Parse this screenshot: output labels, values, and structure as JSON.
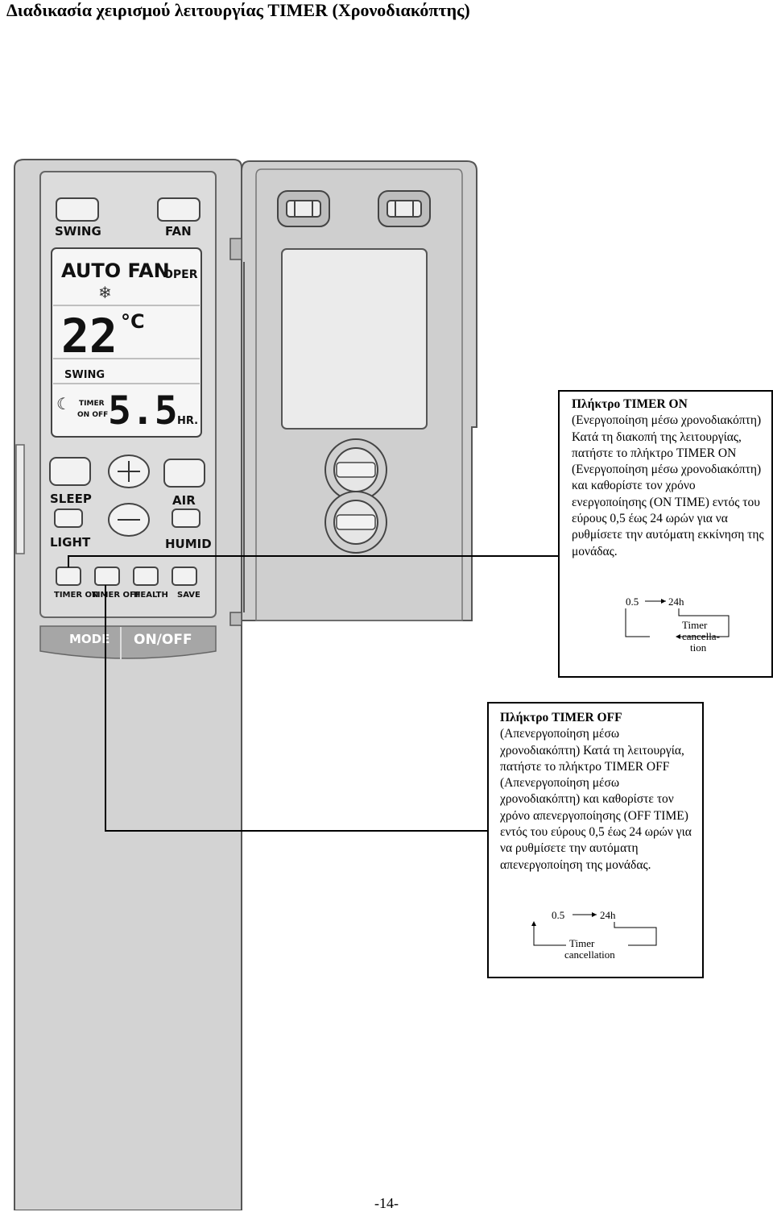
{
  "page_title": "Διαδικασία χειρισμού λειτουργίας TIMER (Χρονοδιακόπτης)",
  "remote": {
    "buttons": {
      "swing": "SWING",
      "fan": "FAN",
      "sleep": "SLEEP",
      "air": "AIR",
      "light": "LIGHT",
      "humid": "HUMID",
      "timer_on": "TIMER ON",
      "timer_off": "TIMER OFF",
      "health": "HEALTH",
      "save": "SAVE",
      "mode": "MODE",
      "on_off": "ON/OFF"
    },
    "display": {
      "mode_text": "AUTO FAN",
      "oper": "OPER",
      "temperature": "22",
      "unit": "°C",
      "swing": "SWING",
      "timer_label": "TIMER",
      "on_off_label": "ON OFF",
      "timer_value": "5.5",
      "hr": "HR."
    }
  },
  "callout_timer_on": {
    "heading": "Πλήκτρο TIMER ON",
    "body": "(Ενεργοποίηση μέσω χρονοδιακόπτη) Κατά τη διακοπή της λειτουργίας, πατήστε το πλήκτρο TIMER ON (Ενεργοποίηση μέσω χρονοδιακόπτη) και καθορίστε τον χρόνο ενεργοποίησης (ON TIME) εντός του εύρους 0,5 έως 24 ωρών για να ρυθμίσετε την αυτόματη εκκίνηση της μονάδας.",
    "diagram": {
      "start": "0.5",
      "end": "24h",
      "cancel_line1": "Timer",
      "cancel_line2": "cancella-",
      "cancel_line3": "tion"
    }
  },
  "callout_timer_off": {
    "heading": "Πλήκτρο TIMER OFF",
    "body": "(Απενεργοποίηση μέσω χρονοδιακόπτη) Κατά τη λειτουργία, πατήστε το πλήκτρο TIMER OFF (Απενεργοποίηση μέσω χρονοδιακόπτη) και καθορίστε τον χρόνο απενεργοποίησης (OFF TIME) εντός του εύρους 0,5 έως 24 ωρών για να ρυθμίσετε την αυτόματη απενεργοποίηση της μονάδας.",
    "diagram": {
      "start": "0.5",
      "end": "24h",
      "cancel_line1": "Timer",
      "cancel_line2": "cancellation"
    }
  },
  "page_number": "-14-"
}
